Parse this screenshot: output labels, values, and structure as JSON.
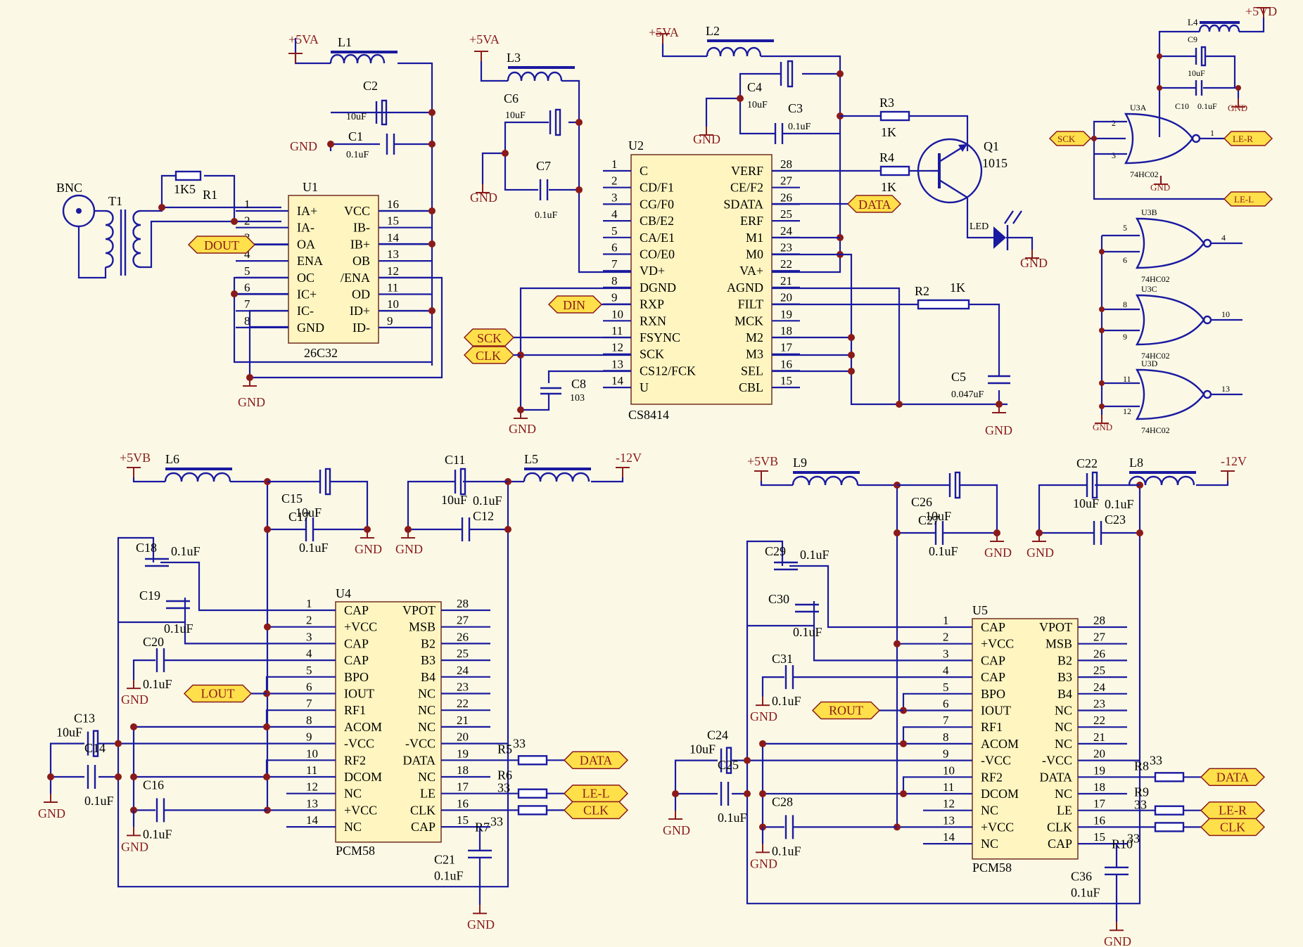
{
  "power": {
    "p5va": "+5VA",
    "p5vb": "+5VB",
    "p5vd": "+5VD",
    "m12v": "-12V",
    "gnd": "GND"
  },
  "ports": {
    "dout": "DOUT",
    "din": "DIN",
    "sck": "SCK",
    "clk": "CLK",
    "data": "DATA",
    "lout": "LOUT",
    "rout": "ROUT",
    "ler": "LE-R",
    "lel": "LE-L"
  },
  "components": {
    "bnc": "BNC",
    "t1": "T1",
    "r1": "R1",
    "r1v": "1K5",
    "l1": "L1",
    "l2": "L2",
    "l3": "L3",
    "l4": "L4",
    "l5": "L5",
    "l6": "L6",
    "l8": "L8",
    "l9": "L9",
    "c1": "C1",
    "c2": "C2",
    "c3": "C3",
    "c4": "C4",
    "c5": "C5",
    "c6": "C6",
    "c7": "C7",
    "c8": "C8",
    "c9": "C9",
    "c10": "C10",
    "c11": "C11",
    "c12": "C12",
    "c13": "C13",
    "c14": "C14",
    "c15": "C15",
    "c16": "C16",
    "c17": "C17",
    "c18": "C18",
    "c19": "C19",
    "c20": "C20",
    "c21": "C21",
    "c22": "C22",
    "c23": "C23",
    "c24": "C24",
    "c25": "C25",
    "c26": "C26",
    "c27": "C27",
    "c28": "C28",
    "c29": "C29",
    "c30": "C30",
    "c31": "C31",
    "c36": "C36",
    "r2": "R2",
    "r3": "R3",
    "r4": "R4",
    "r5": "R5",
    "r6": "R6",
    "r7": "R7",
    "r8": "R8",
    "r9": "R9",
    "r10": "R10",
    "q1": "Q1",
    "q1v": "1015",
    "led": "LED",
    "v10uf": "10uF",
    "v01uf": "0.1uF",
    "v103": "103",
    "v0047": "0.047uF",
    "v1k": "1K",
    "v33": "33",
    "u3a": "U3A",
    "u3b": "U3B",
    "u3c": "U3C",
    "u3d": "U3D",
    "hc02": "74HC02"
  },
  "u1": {
    "ref": "U1",
    "part": "26C32",
    "left": [
      {
        "n": "1",
        "s": "IA+"
      },
      {
        "n": "2",
        "s": "IA-"
      },
      {
        "n": "3",
        "s": "OA"
      },
      {
        "n": "4",
        "s": "ENA"
      },
      {
        "n": "5",
        "s": "OC"
      },
      {
        "n": "6",
        "s": "IC+"
      },
      {
        "n": "7",
        "s": "IC-"
      },
      {
        "n": "8",
        "s": "GND"
      }
    ],
    "right": [
      {
        "n": "16",
        "s": "VCC"
      },
      {
        "n": "15",
        "s": "IB-"
      },
      {
        "n": "14",
        "s": "IB+"
      },
      {
        "n": "13",
        "s": "OB"
      },
      {
        "n": "12",
        "s": "/ENA"
      },
      {
        "n": "11",
        "s": "OD"
      },
      {
        "n": "10",
        "s": "ID+"
      },
      {
        "n": "9",
        "s": "ID-"
      }
    ]
  },
  "u2": {
    "ref": "U2",
    "part": "CS8414",
    "left": [
      {
        "n": "1",
        "s": "C"
      },
      {
        "n": "2",
        "s": "CD/F1"
      },
      {
        "n": "3",
        "s": "CG/F0"
      },
      {
        "n": "4",
        "s": "CB/E2"
      },
      {
        "n": "5",
        "s": "CA/E1"
      },
      {
        "n": "6",
        "s": "CO/E0"
      },
      {
        "n": "7",
        "s": "VD+"
      },
      {
        "n": "8",
        "s": "DGND"
      },
      {
        "n": "9",
        "s": "RXP"
      },
      {
        "n": "10",
        "s": "RXN"
      },
      {
        "n": "11",
        "s": "FSYNC"
      },
      {
        "n": "12",
        "s": "SCK"
      },
      {
        "n": "13",
        "s": "CS12/FCK"
      },
      {
        "n": "14",
        "s": "U"
      }
    ],
    "right": [
      {
        "n": "28",
        "s": "VERF"
      },
      {
        "n": "27",
        "s": "CE/F2"
      },
      {
        "n": "26",
        "s": "SDATA"
      },
      {
        "n": "25",
        "s": "ERF"
      },
      {
        "n": "24",
        "s": "M1"
      },
      {
        "n": "23",
        "s": "M0"
      },
      {
        "n": "22",
        "s": "VA+"
      },
      {
        "n": "21",
        "s": "AGND"
      },
      {
        "n": "20",
        "s": "FILT"
      },
      {
        "n": "19",
        "s": "MCK"
      },
      {
        "n": "18",
        "s": "M2"
      },
      {
        "n": "17",
        "s": "M3"
      },
      {
        "n": "16",
        "s": "SEL"
      },
      {
        "n": "15",
        "s": "CBL"
      }
    ]
  },
  "pcm": {
    "part": "PCM58",
    "u4": "U4",
    "u5": "U5",
    "left": [
      {
        "n": "1",
        "s": "CAP"
      },
      {
        "n": "2",
        "s": "+VCC"
      },
      {
        "n": "3",
        "s": "CAP"
      },
      {
        "n": "4",
        "s": "CAP"
      },
      {
        "n": "5",
        "s": "BPO"
      },
      {
        "n": "6",
        "s": "IOUT"
      },
      {
        "n": "7",
        "s": "RF1"
      },
      {
        "n": "8",
        "s": "ACOM"
      },
      {
        "n": "9",
        "s": "-VCC"
      },
      {
        "n": "10",
        "s": "RF2"
      },
      {
        "n": "11",
        "s": "DCOM"
      },
      {
        "n": "12",
        "s": "NC"
      },
      {
        "n": "13",
        "s": "+VCC"
      },
      {
        "n": "14",
        "s": "NC"
      }
    ],
    "right": [
      {
        "n": "28",
        "s": "VPOT"
      },
      {
        "n": "27",
        "s": "MSB"
      },
      {
        "n": "26",
        "s": "B2"
      },
      {
        "n": "25",
        "s": "B3"
      },
      {
        "n": "24",
        "s": "B4"
      },
      {
        "n": "23",
        "s": "NC"
      },
      {
        "n": "22",
        "s": "NC"
      },
      {
        "n": "21",
        "s": "NC"
      },
      {
        "n": "20",
        "s": "-VCC"
      },
      {
        "n": "19",
        "s": "DATA"
      },
      {
        "n": "18",
        "s": "NC"
      },
      {
        "n": "17",
        "s": "LE"
      },
      {
        "n": "16",
        "s": "CLK"
      },
      {
        "n": "15",
        "s": "CAP"
      }
    ]
  },
  "gate_pins": {
    "a1": "2",
    "a2": "3",
    "ao": "1",
    "b1": "5",
    "b2": "6",
    "bo": "4",
    "c1": "8",
    "c2": "9",
    "co": "10",
    "d1": "11",
    "d2": "12",
    "do": "13"
  }
}
